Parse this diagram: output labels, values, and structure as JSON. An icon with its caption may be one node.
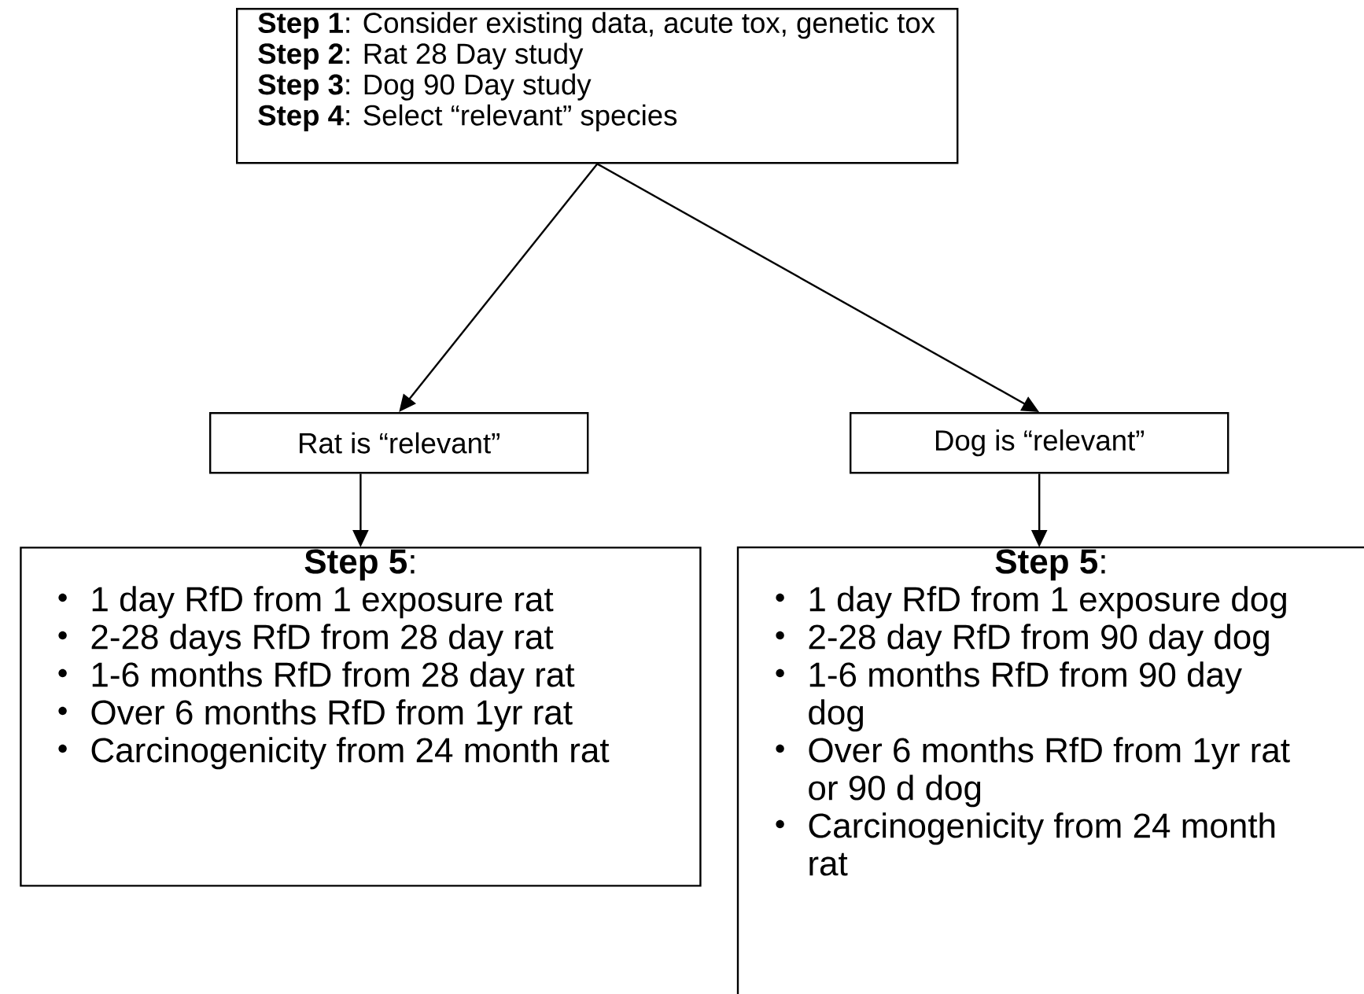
{
  "diagram": {
    "nodes": [
      {
        "text": [
          "**Step 1**: Consider existing data, acute tox, genetic tox",
          "**Step 2**: Rat 28 Day study",
          "**Step 3**: Dog 90 Day study",
          "**Step 4**: Select “relevant” species"
        ]
      },
      {
        "text": [
          "Rat is “relevant”"
        ]
      },
      {
        "text": [
          "Dog is “relevant”"
        ]
      },
      {
        "text": [
          "**Step 5**:",
          "1 day RfD from 1 exposure rat",
          "2-28 days RfD from 28 day rat",
          "1-6 months RfD from 28 day rat",
          "Over 6 months RfD from 1yr rat",
          "Carcinogenicity from 24 month rat"
        ]
      },
      {
        "text": [
          "**Step 5**:",
          "1 day RfD from 1 exposure dog",
          "2-28 day RfD from 90 day dog",
          "1-6 months RfD from 90 day dog",
          "Over 6 months RfD from 1yr rat or 90 d dog",
          "Carcinogenicity from 24 month rat"
        ]
      }
    ],
    "edges": [
      {
        "from": 0,
        "to": 1,
        "arrow": "to"
      },
      {
        "from": 0,
        "to": 2,
        "arrow": "to"
      },
      {
        "from": 1,
        "to": 3,
        "arrow": "to"
      },
      {
        "from": 2,
        "to": 4,
        "arrow": "to"
      }
    ]
  }
}
